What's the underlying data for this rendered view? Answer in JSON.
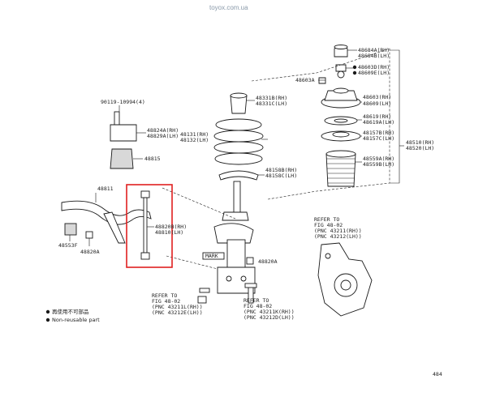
{
  "watermark": "toyox.com.ua",
  "page_number": "484",
  "parts": {
    "p48684": [
      "48684A(RH)",
      "48684B(LH)"
    ],
    "p48603d": [
      "48603D(RH)",
      "48609E(LH)"
    ],
    "p48603a": "48603A",
    "p48603": [
      "48603(RH)",
      "48609(LH)"
    ],
    "p48619": [
      "48619(RH)",
      "48619A(LH)"
    ],
    "p48157": [
      "48157B(RH)",
      "48157C(LH)"
    ],
    "p48510": [
      "48510(RH)",
      "48520(LH)"
    ],
    "p48559": [
      "48559A(RH)",
      "48559B(LH)"
    ],
    "p48331": [
      "48331B(RH)",
      "48331C(LH)"
    ],
    "p48131": [
      "48131(RH)",
      "48132(LH)"
    ],
    "p48158": [
      "48158B(RH)",
      "48158C(LH)"
    ],
    "p90119": "90119-10994(4)",
    "p48824": [
      "48824A(RH)",
      "48829A(LH)"
    ],
    "p48815": "48815",
    "p48811": "48811",
    "p48820": [
      "48820B(RH)",
      "48810(LH)"
    ],
    "p48553": "48553F",
    "p48820a_left": "48820A",
    "p48820a_right": "48820A",
    "mark": "MARK"
  },
  "refs": {
    "knuckle": [
      "REFER TO",
      "FIG 48-02",
      "(PNC 43211(RH))",
      "(PNC 43212(LH))"
    ],
    "lower_left": [
      "REFER TO",
      "FIG 48-02",
      "(PNC 43211L(RH))",
      "(PNC 43212E(LH))"
    ],
    "lower_right": [
      "REFER TO",
      "FIG 48-02",
      "(PNC 43211K(RH))",
      "(PNC 43212D(LH))"
    ]
  },
  "legend": {
    "line1": "再使用不可部品",
    "line2": "Non-reusable part"
  },
  "colors": {
    "highlight": "#e02020",
    "ink": "#1a1a1a"
  }
}
